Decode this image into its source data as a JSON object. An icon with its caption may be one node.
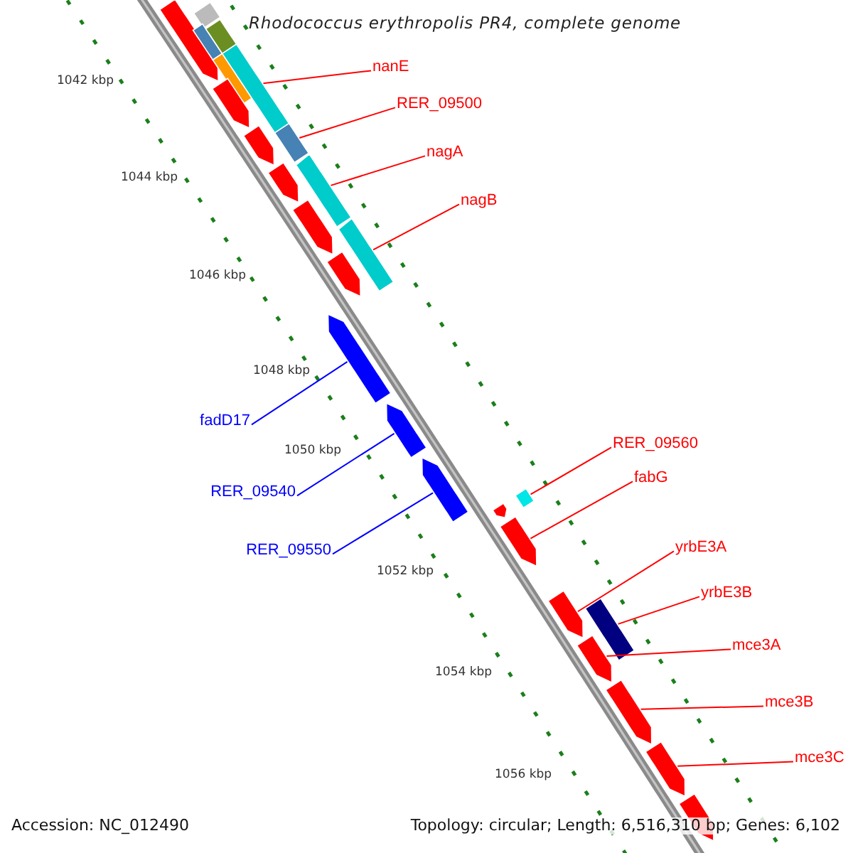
{
  "diagram": {
    "title": "Rhodococcus erythropolis PR4, complete genome",
    "nodes": [
      {
        "text": [
          "nanE"
        ]
      },
      {
        "text": [
          "RER_09500"
        ]
      },
      {
        "text": [
          "nagA"
        ]
      },
      {
        "text": [
          "nagB"
        ]
      },
      {
        "text": [
          "fadD17"
        ]
      },
      {
        "text": [
          "RER_09540"
        ]
      },
      {
        "text": [
          "RER_09550"
        ]
      },
      {
        "text": [
          "RER_09560"
        ]
      },
      {
        "text": [
          "fabG"
        ]
      },
      {
        "text": [
          "yrbE3A"
        ]
      },
      {
        "text": [
          "yrbE3B"
        ]
      },
      {
        "text": [
          "mce3A"
        ]
      },
      {
        "text": [
          "mce3B"
        ]
      },
      {
        "text": [
          "mce3C"
        ]
      },
      {
        "text": [],
        "shape": "pentagon"
      },
      {
        "text": [],
        "shape": "bar"
      },
      {
        "text": [],
        "shape": "bar"
      },
      {
        "text": [],
        "shape": "bar"
      },
      {
        "text": [],
        "shape": "bar"
      },
      {
        "text": [],
        "shape": "bar"
      },
      {
        "text": [],
        "shape": "pentagon"
      },
      {
        "text": [],
        "shape": "pentagon"
      },
      {
        "text": [],
        "shape": "bar"
      },
      {
        "text": [],
        "shape": "pentagon"
      },
      {
        "text": [],
        "shape": "bar"
      },
      {
        "text": [],
        "shape": "pentagon"
      },
      {
        "text": [],
        "shape": "bar"
      },
      {
        "text": [],
        "shape": "pentagon"
      },
      {
        "text": [],
        "shape": "pentagon"
      },
      {
        "text": [],
        "shape": "pentagon"
      },
      {
        "text": [],
        "shape": "pentagon"
      },
      {
        "text": [],
        "shape": "pentagon"
      },
      {
        "text": [],
        "shape": "bar"
      },
      {
        "text": [],
        "shape": "pentagon"
      },
      {
        "text": [],
        "shape": "pentagon"
      },
      {
        "text": [],
        "shape": "bar"
      },
      {
        "text": [],
        "shape": "pentagon"
      },
      {
        "text": [],
        "shape": "pentagon"
      },
      {
        "text": [],
        "shape": "pentagon"
      },
      {
        "text": [],
        "shape": "pentagon"
      }
    ],
    "edges": [
      {
        "from": 0,
        "to": 19,
        "arrow": "none"
      },
      {
        "from": 1,
        "to": 22,
        "arrow": "none"
      },
      {
        "from": 2,
        "to": 24,
        "arrow": "none"
      },
      {
        "from": 3,
        "to": 26,
        "arrow": "none"
      },
      {
        "from": 4,
        "to": 28,
        "arrow": "none",
        "color": "#0000ff"
      },
      {
        "from": 5,
        "to": 29,
        "arrow": "none",
        "color": "#0000ff"
      },
      {
        "from": 6,
        "to": 30,
        "arrow": "none",
        "color": "#0000ff"
      },
      {
        "from": 7,
        "to": 32,
        "arrow": "none"
      },
      {
        "from": 8,
        "to": 33,
        "arrow": "none"
      },
      {
        "from": 9,
        "to": 34,
        "arrow": "none"
      },
      {
        "from": 10,
        "to": 35,
        "arrow": "none"
      },
      {
        "from": 11,
        "to": 36,
        "arrow": "none"
      },
      {
        "from": 12,
        "to": 37,
        "arrow": "none"
      },
      {
        "from": 13,
        "to": 38,
        "arrow": "none"
      }
    ],
    "labels": [
      "1042 kbp",
      "1044 kbp",
      "1046 kbp",
      "1048 kbp",
      "1050 kbp",
      "1052 kbp",
      "1054 kbp",
      "1056 kbp",
      "Accession: NC_012490",
      "Topology: circular; Length: 6,516,310 bp; Genes: 6,102"
    ]
  }
}
